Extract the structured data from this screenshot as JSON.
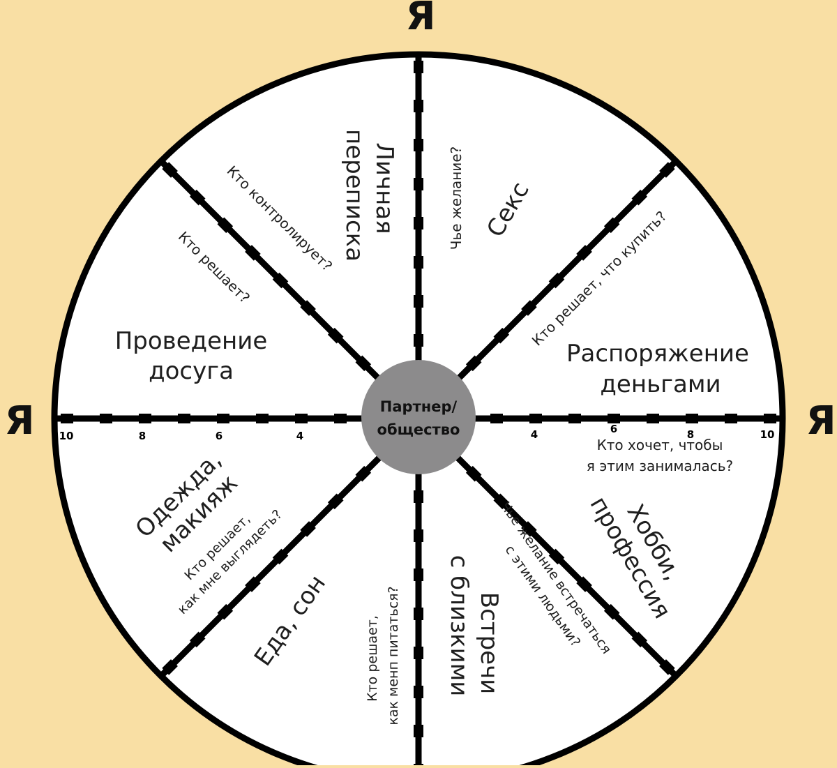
{
  "colors": {
    "background": "#f9dfa4",
    "wheel_fill": "#ffffff",
    "stroke": "#000000",
    "center_fill": "#8c8b8c",
    "text": "#1e1e1e"
  },
  "corner_labels": {
    "top": "Я",
    "left": "Я",
    "right": "Я"
  },
  "center_label": {
    "line1": "Партнер/",
    "line2": "общество"
  },
  "scale_numbers": {
    "left": [
      "10",
      "8",
      "6",
      "4"
    ],
    "right": [
      "4",
      "6",
      "8",
      "10"
    ]
  },
  "sectors": {
    "personal_correspondence": {
      "title1": "Личная",
      "title2": "переписка",
      "question": "Кто контролирует?"
    },
    "sex": {
      "title": "Секс",
      "question": "Чье желание?"
    },
    "money": {
      "title1": "Распоряжение",
      "title2": "деньгами",
      "question": "Кто решает, что купить?"
    },
    "leisure": {
      "title1": "Проведение",
      "title2": "досуга",
      "question": "Кто решает?"
    },
    "hobby": {
      "title1": "Хобби,",
      "title2": "профессия",
      "question1": "Кто хочет, чтобы",
      "question2": "я этим занималась?"
    },
    "meetings": {
      "title1": "Встречи",
      "title2": "с близкими",
      "question1": "Чье желание встречаться",
      "question2": "с этими людьми?"
    },
    "food_sleep": {
      "title": "Еда, сон",
      "question1": "Кто решает,",
      "question2": "как менп питаться?"
    },
    "clothes": {
      "title1": "Одежда,",
      "title2": "макияж",
      "question1": "Кто решает,",
      "question2": "как мне выглядеть?"
    }
  }
}
